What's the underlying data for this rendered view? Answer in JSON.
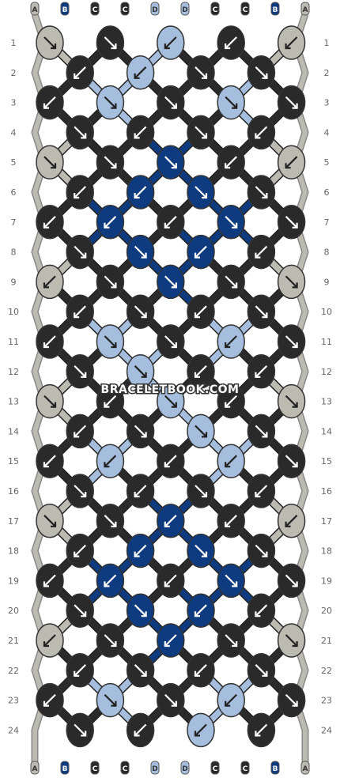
{
  "pattern": {
    "watermark": "BRACELETBOOK.COM",
    "string_labels": [
      "A",
      "B",
      "C",
      "C",
      "D",
      "D",
      "C",
      "C",
      "B",
      "A"
    ],
    "colors": {
      "A": "#bcbbb1",
      "B": "#0e3b7f",
      "C": "#2a2a2a",
      "D": "#a6bedd"
    },
    "rows": [
      "1",
      "2",
      "3",
      "4",
      "5",
      "6",
      "7",
      "8",
      "9",
      "10",
      "11",
      "12",
      "13",
      "14",
      "15",
      "16",
      "17",
      "18",
      "19",
      "20",
      "21",
      "22",
      "23",
      "24"
    ],
    "knots": [
      [
        "A:SE",
        "C:SE",
        "D:SW",
        "C:SW",
        "A:SW"
      ],
      [
        "C:SW",
        "D:SW",
        "C:SE",
        "C:SE"
      ],
      [
        "C:SW",
        "D:SE",
        "C:SE",
        "D:SE",
        "C:SE"
      ],
      [
        "C:SE",
        "C:SW",
        "C:SE",
        "C:SW"
      ],
      [
        "A:SE",
        "C:SE",
        "B:SE",
        "C:SW",
        "A:SW"
      ],
      [
        "C:SW",
        "B:SW",
        "B:SE",
        "C:SE"
      ],
      [
        "C:SW",
        "B:SW",
        "C:SW",
        "B:SE",
        "C:SE"
      ],
      [
        "C:SE",
        "B:SE",
        "B:SW",
        "C:SW"
      ],
      [
        "A:SW",
        "C:SE",
        "B:SE",
        "C:SE",
        "A:SE"
      ],
      [
        "C:SW",
        "C:SE",
        "C:SW",
        "C:SE"
      ],
      [
        "C:SW",
        "D:SE",
        "C:SE",
        "D:SW",
        "C:SE"
      ],
      [
        "C:SE",
        "D:SE",
        "C:SW",
        "C:SW"
      ],
      [
        "A:SE",
        "C:SW",
        "D:SE",
        "C:SW",
        "A:SE"
      ],
      [
        "C:SW",
        "C:SE",
        "D:SE",
        "C:SE"
      ],
      [
        "C:SW",
        "D:SW",
        "C:SW",
        "D:SW",
        "C:SE"
      ],
      [
        "C:SE",
        "C:SW",
        "C:SE",
        "C:SW"
      ],
      [
        "A:SE",
        "C:SE",
        "B:SW",
        "C:SW",
        "A:SW"
      ],
      [
        "C:SW",
        "B:SW",
        "B:SE",
        "C:SE"
      ],
      [
        "C:SW",
        "B:SW",
        "C:SW",
        "B:SE",
        "C:SE"
      ],
      [
        "C:SE",
        "B:SE",
        "B:SW",
        "C:SW"
      ],
      [
        "A:SW",
        "C:SE",
        "B:SW",
        "C:SE",
        "A:SE"
      ],
      [
        "C:SW",
        "C:SE",
        "C:SW",
        "C:SE"
      ],
      [
        "C:SW",
        "D:SE",
        "C:SE",
        "D:SW",
        "C:SE"
      ],
      [
        "C:SE",
        "C:SW",
        "D:SW",
        "C:SW"
      ]
    ]
  }
}
